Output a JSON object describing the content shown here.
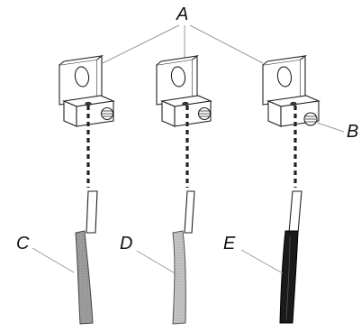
{
  "labels": {
    "a": "A",
    "b": "B",
    "c": "C",
    "d": "D",
    "e": "E"
  },
  "colors": {
    "line": "#222222",
    "leader": "#9a9a9a",
    "wire_c": "#9e9e9e",
    "wire_d": "#c4c4c4",
    "wire_e": "#1a1a1a",
    "conductor": "#ffffff"
  },
  "icons": [
    "terminal-lug-icon",
    "set-screw-icon",
    "insulated-wire-icon"
  ]
}
